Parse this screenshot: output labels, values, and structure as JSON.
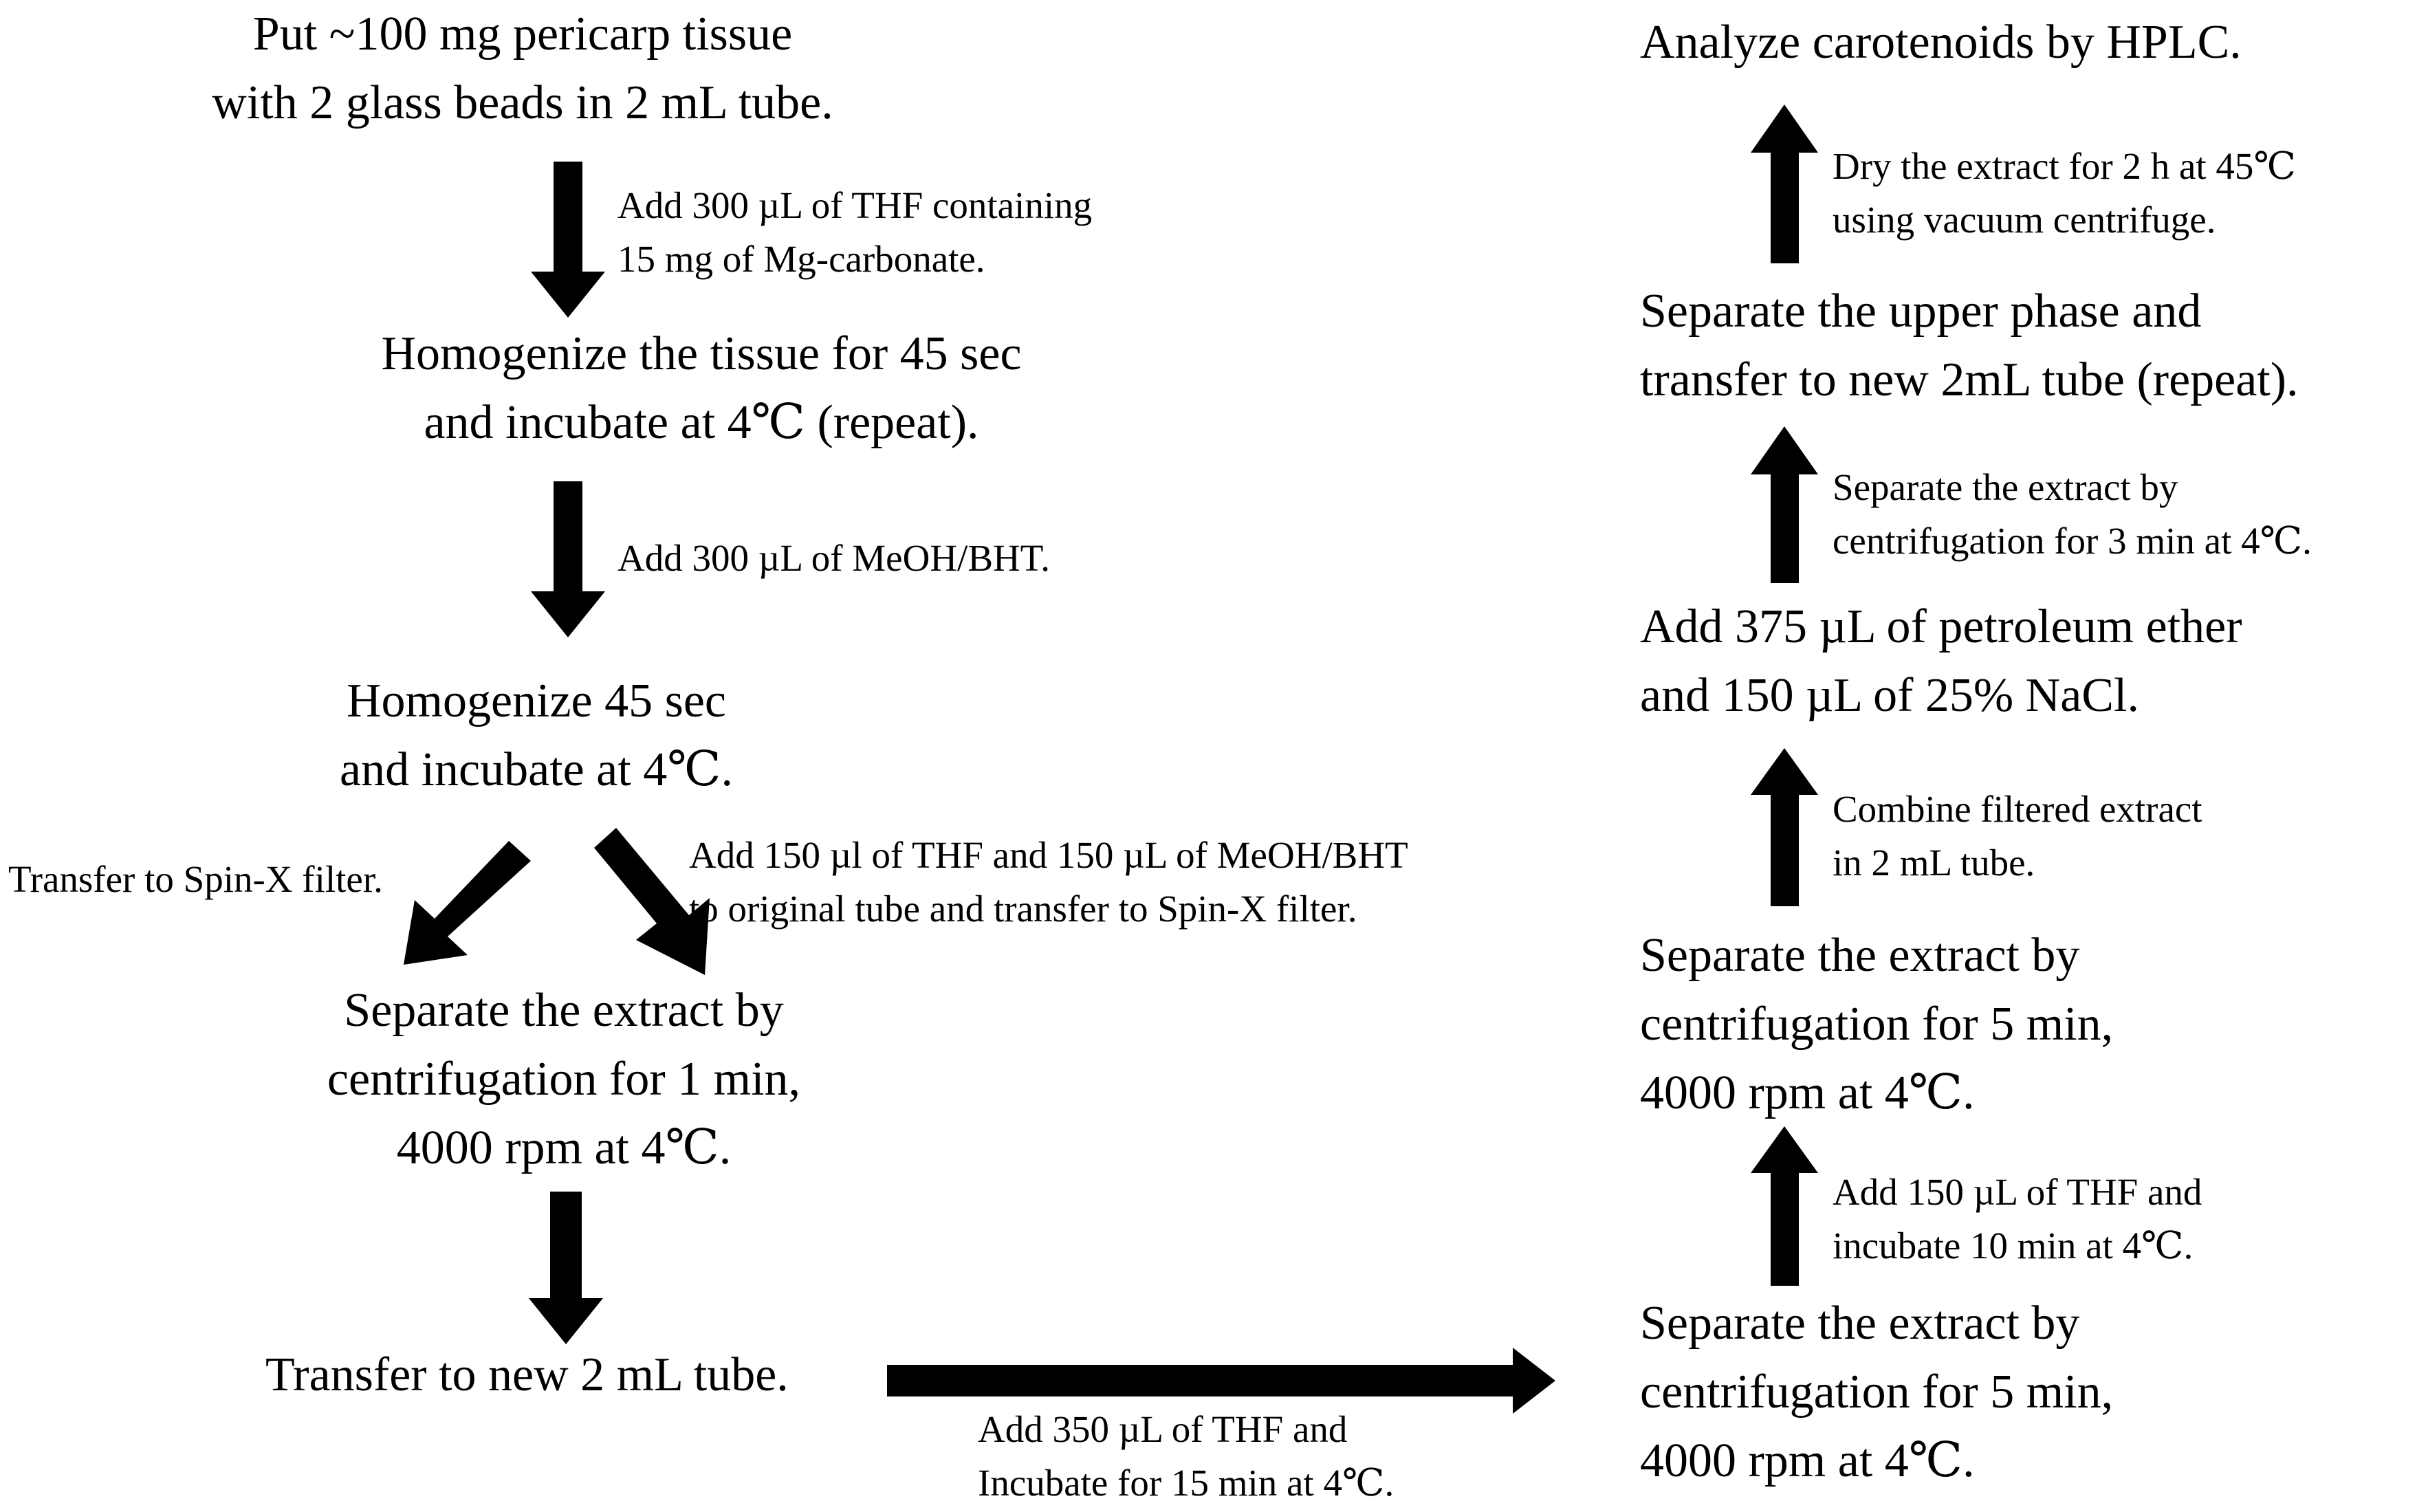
{
  "colors": {
    "arrow": "#000000",
    "text": "#000000",
    "background": "#ffffff"
  },
  "steps": {
    "s1": [
      "Put ~100 mg pericarp tissue",
      "with 2 glass beads in 2 mL tube."
    ],
    "s2": [
      "Homogenize the tissue for 45 sec",
      "and incubate at 4℃ (repeat)."
    ],
    "s3": [
      "Homogenize 45 sec",
      "and incubate at 4℃."
    ],
    "s4": [
      "Separate the extract by",
      "centrifugation for 1 min,",
      "4000 rpm  at 4℃."
    ],
    "s5": [
      "Transfer to new 2 mL tube."
    ],
    "s6": [
      "Separate the extract by",
      "centrifugation for 5 min,",
      "4000 rpm  at 4℃."
    ],
    "s7": [
      "Separate the extract by",
      "centrifugation for 5 min,",
      "4000 rpm  at 4℃."
    ],
    "s8": [
      "Add 375 µL of petroleum ether",
      "and 150 µL of 25% NaCl."
    ],
    "s9": [
      "Separate the upper phase and",
      "transfer to new 2mL tube (repeat)."
    ],
    "s10": [
      "Analyze carotenoids by HPLC."
    ]
  },
  "notes": {
    "n1": [
      "Add 300 µL of THF containing",
      "15 mg of Mg-carbonate."
    ],
    "n2": [
      "Add 300 µL of MeOH/BHT."
    ],
    "n3": [
      "Transfer to Spin-X filter."
    ],
    "n4": [
      "Add 150 µl of THF and  150 µL of MeOH/BHT",
      "to original tube and transfer to Spin-X filter."
    ],
    "n5": [
      "Add 350 µL of THF and",
      "Incubate for 15 min at 4℃."
    ],
    "n6": [
      "Add 150 µL of THF and",
      "incubate 10 min at 4℃."
    ],
    "n7": [
      "Combine filtered extract",
      "in 2 mL tube."
    ],
    "n8": [
      "Separate the extract by",
      "centrifugation for 3 min at 4℃."
    ],
    "n9": [
      "Dry the extract for 2 h at 45℃",
      "using vacuum centrifuge."
    ]
  }
}
